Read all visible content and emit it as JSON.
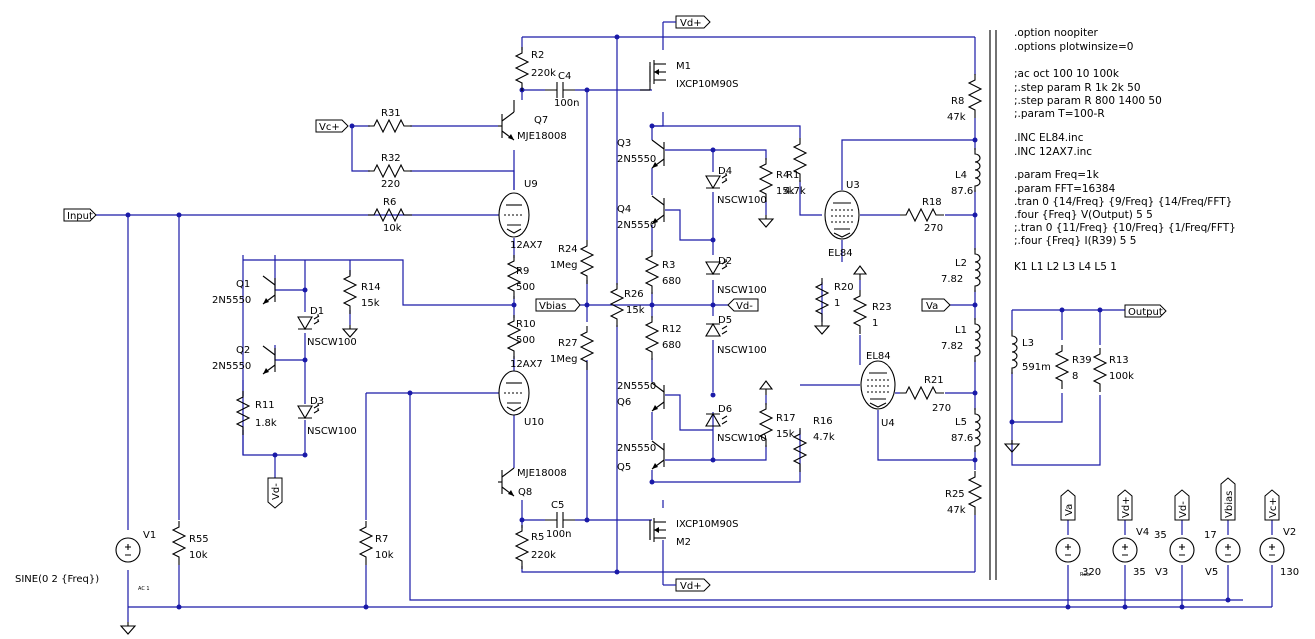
{
  "colors": {
    "wire": "#1a1aa8",
    "component": "#000000",
    "background": "#ffffff"
  },
  "icons": {
    "ground": "ground-icon",
    "resistor": "resistor-icon",
    "tube": "vacuum-tube-icon",
    "transistor": "transistor-icon"
  },
  "nets": {
    "input": "Input",
    "output": "Output",
    "vc_plus": "Vc+",
    "vbias": "Vbias",
    "vd_minus": "Vd-",
    "vd_plus": "Vd+",
    "va": "Va"
  },
  "labels": {
    "R31": {
      "ref": "R31",
      "value": ""
    },
    "R32": {
      "ref": "R32",
      "value": "220"
    },
    "R6": {
      "ref": "R6",
      "value": "10k"
    },
    "R2": {
      "ref": "R2",
      "value": "220k"
    },
    "R9": {
      "ref": "R9",
      "value": "500"
    },
    "R10": {
      "ref": "R10",
      "value": "500"
    },
    "R14": {
      "ref": "R14",
      "value": "15k"
    },
    "R11": {
      "ref": "R11",
      "value": "1.8k"
    },
    "R24": {
      "ref": "R24",
      "value": "1Meg"
    },
    "R27": {
      "ref": "R27",
      "value": "1Meg"
    },
    "R26": {
      "ref": "R26",
      "value": "15k"
    },
    "R3": {
      "ref": "R3",
      "value": "680"
    },
    "R12": {
      "ref": "R12",
      "value": "680"
    },
    "R4": {
      "ref": "R4",
      "value": "15k"
    },
    "R1": {
      "ref": "R1",
      "value": "4.7k"
    },
    "R17": {
      "ref": "R17",
      "value": "15k"
    },
    "R16": {
      "ref": "R16",
      "value": "4.7k"
    },
    "R20": {
      "ref": "R20",
      "value": "1"
    },
    "R23": {
      "ref": "R23",
      "value": "1"
    },
    "R18": {
      "ref": "R18",
      "value": "270"
    },
    "R21": {
      "ref": "R21",
      "value": "270"
    },
    "R8": {
      "ref": "R8",
      "value": "47k"
    },
    "R25": {
      "ref": "R25",
      "value": "47k"
    },
    "R39": {
      "ref": "R39",
      "value": "8"
    },
    "R13": {
      "ref": "R13",
      "value": "100k"
    },
    "R5": {
      "ref": "R5",
      "value": "220k"
    },
    "R55": {
      "ref": "R55",
      "value": "10k"
    },
    "R7": {
      "ref": "R7",
      "value": "10k"
    },
    "C4": {
      "ref": "C4",
      "value": "100n"
    },
    "C5": {
      "ref": "C5",
      "value": "100n"
    },
    "L4": {
      "ref": "L4",
      "value": "87.6"
    },
    "L2": {
      "ref": "L2",
      "value": "7.82"
    },
    "L1": {
      "ref": "L1",
      "value": "7.82"
    },
    "L5": {
      "ref": "L5",
      "value": "87.6"
    },
    "L3": {
      "ref": "L3",
      "value": "591m"
    },
    "Q7": {
      "ref": "Q7",
      "value": "MJE18008"
    },
    "Q8": {
      "ref": "Q8",
      "value": "MJE18008"
    },
    "Q1": {
      "ref": "Q1",
      "value": "2N5550"
    },
    "Q2": {
      "ref": "Q2",
      "value": "2N5550"
    },
    "Q3": {
      "ref": "Q3",
      "value": "2N5550"
    },
    "Q4": {
      "ref": "Q4",
      "value": "2N5550"
    },
    "Q5": {
      "ref": "Q5",
      "value": "2N5550"
    },
    "Q6": {
      "ref": "Q6",
      "value": "2N5550"
    },
    "M1": {
      "ref": "M1",
      "value": "IXCP10M90S"
    },
    "M2": {
      "ref": "M2",
      "value": "IXCP10M90S"
    },
    "U9": {
      "ref": "U9",
      "value": "12AX7"
    },
    "U10": {
      "ref": "U10",
      "value": "12AX7"
    },
    "U3": {
      "ref": "U3",
      "value": "EL84"
    },
    "U4": {
      "ref": "U4",
      "value": "EL84"
    },
    "D1": {
      "ref": "D1",
      "value": "NSCW100"
    },
    "D2": {
      "ref": "D2",
      "value": "NSCW100"
    },
    "D3": {
      "ref": "D3",
      "value": "NSCW100"
    },
    "D4": {
      "ref": "D4",
      "value": "NSCW100"
    },
    "D5": {
      "ref": "D5",
      "value": "NSCW100"
    },
    "D6": {
      "ref": "D6",
      "value": "NSCW100"
    }
  },
  "sources": {
    "V1": {
      "ref": "V1",
      "value": "SINE(0 2 {Freq})",
      "tag": "AC 1"
    },
    "V2": {
      "ref": "V2",
      "value": "130"
    },
    "V3": {
      "ref": "V3",
      "value": "35"
    },
    "V4": {
      "ref": "V4",
      "value": "35"
    },
    "V5": {
      "ref": "V5",
      "value": "17"
    },
    "Va": {
      "ref": "",
      "value": "320",
      "tag": "Rser"
    }
  },
  "directives": [
    ".option noopiter",
    ".options plotwinsize=0",
    "",
    ";ac oct 100 10 100k",
    ";.step param R 1k 2k 50",
    ";.step param R 800 1400 50",
    ";.param T=100-R",
    "",
    ".INC EL84.inc",
    ".INC 12AX7.inc",
    "",
    ".param Freq=1k",
    ".param FFT=16384",
    ".tran 0 {14/Freq} {9/Freq} {14/Freq/FFT}",
    ".four {Freq} V(Output) 5 5",
    ";.tran 0 {11/Freq} {10/Freq} {1/Freq/FFT}",
    ";.four {Freq} I(R39) 5 5",
    "",
    "K1 L1 L2 L3 L4 L5 1"
  ]
}
